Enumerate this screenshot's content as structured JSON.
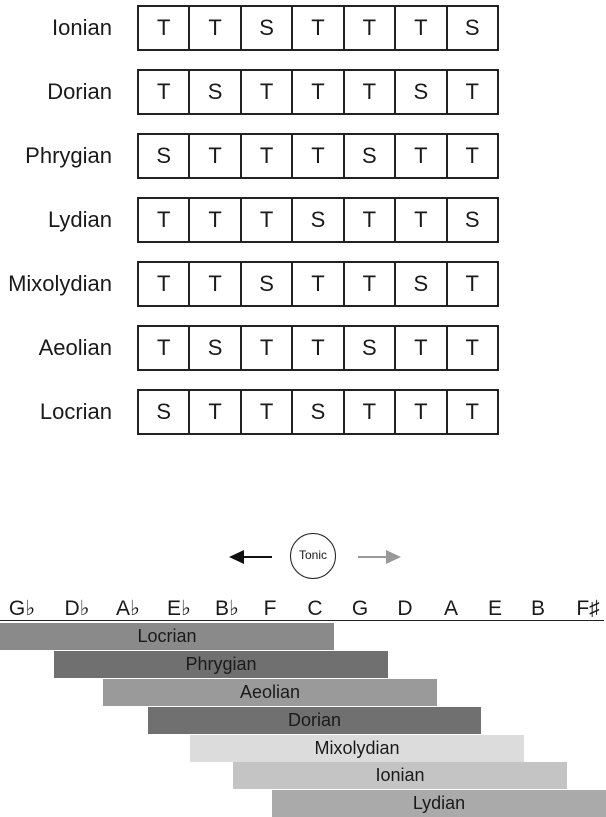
{
  "modes": [
    {
      "name": "Ionian",
      "steps": [
        "T",
        "T",
        "S",
        "T",
        "T",
        "T",
        "S"
      ]
    },
    {
      "name": "Dorian",
      "steps": [
        "T",
        "S",
        "T",
        "T",
        "T",
        "S",
        "T"
      ]
    },
    {
      "name": "Phrygian",
      "steps": [
        "S",
        "T",
        "T",
        "T",
        "S",
        "T",
        "T"
      ]
    },
    {
      "name": "Lydian",
      "steps": [
        "T",
        "T",
        "T",
        "S",
        "T",
        "T",
        "S"
      ]
    },
    {
      "name": "Mixolydian",
      "steps": [
        "T",
        "T",
        "S",
        "T",
        "T",
        "S",
        "T"
      ]
    },
    {
      "name": "Aeolian",
      "steps": [
        "T",
        "S",
        "T",
        "T",
        "S",
        "T",
        "T"
      ]
    },
    {
      "name": "Locrian",
      "steps": [
        "S",
        "T",
        "T",
        "S",
        "T",
        "T",
        "T"
      ]
    }
  ],
  "tonic_label": "Tonic",
  "arrow_colors": {
    "left": "#111111",
    "right": "#999999"
  },
  "notes": [
    "G♭",
    "D♭",
    "A♭",
    "E♭",
    "B♭",
    "F",
    "C",
    "G",
    "D",
    "A",
    "E",
    "B",
    "F♯"
  ],
  "bands": [
    {
      "label": "Locrian",
      "color": "#8a8a8a"
    },
    {
      "label": "Phrygian",
      "color": "#707070"
    },
    {
      "label": "Aeolian",
      "color": "#9a9a9a"
    },
    {
      "label": "Dorian",
      "color": "#707070"
    },
    {
      "label": "Mixolydian",
      "color": "#dcdcdc"
    },
    {
      "label": "Ionian",
      "color": "#c4c4c4"
    },
    {
      "label": "Lydian",
      "color": "#aaaaaa"
    }
  ]
}
